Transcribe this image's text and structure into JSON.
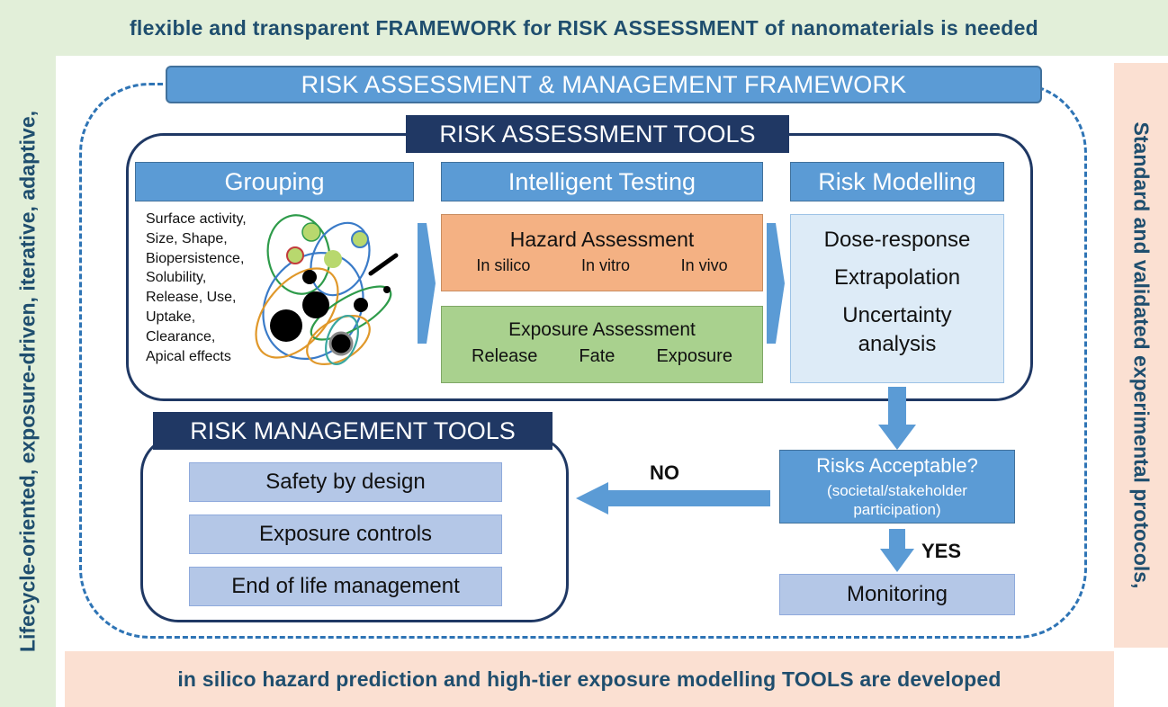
{
  "top_banner": "flexible and transparent FRAMEWORK for RISK ASSESSMENT of nanomaterials is needed",
  "left_banner": "Lifecycle-oriented, exposure-driven, iterative, adaptive,",
  "right_banner": "Standard and validated experimental protocols,",
  "bottom_banner": "in silico hazard prediction and high-tier exposure modelling TOOLS are developed",
  "framework_title": "RISK ASSESSMENT & MANAGEMENT FRAMEWORK",
  "assessment_tools": {
    "title": "RISK ASSESSMENT TOOLS",
    "grouping": {
      "header": "Grouping",
      "items": [
        "Surface activity,",
        "Size, Shape,",
        "Biopersistence,",
        "Solubility,",
        "Release, Use,",
        "Uptake,",
        "Clearance,",
        "Apical effects"
      ]
    },
    "testing": {
      "header": "Intelligent Testing",
      "hazard": {
        "title": "Hazard Assessment",
        "items": [
          "In silico",
          "In vitro",
          "In vivo"
        ]
      },
      "exposure": {
        "title": "Exposure Assessment",
        "items": [
          "Release",
          "Fate",
          "Exposure"
        ]
      }
    },
    "modelling": {
      "header": "Risk Modelling",
      "items": [
        "Dose-response",
        "Extrapolation",
        "Uncertainty",
        "analysis"
      ]
    }
  },
  "management_tools": {
    "title": "RISK MANAGEMENT TOOLS",
    "items": [
      "Safety by design",
      "Exposure controls",
      "End of life management"
    ]
  },
  "decision": {
    "title": "Risks Acceptable?",
    "subtitle_line1": "(societal/stakeholder",
    "subtitle_line2": "participation)"
  },
  "no_label": "NO",
  "yes_label": "YES",
  "monitoring": "Monitoring",
  "colors": {
    "blue_header": "#5b9bd5",
    "navy": "#203864",
    "hazard": "#f4b183",
    "exposure": "#a9d18e",
    "light_blue": "#ddebf7",
    "lavender": "#b4c7e7",
    "green_band": "#e2efd9",
    "peach_band": "#fbe0d2",
    "dashed_border": "#2e74b5"
  }
}
